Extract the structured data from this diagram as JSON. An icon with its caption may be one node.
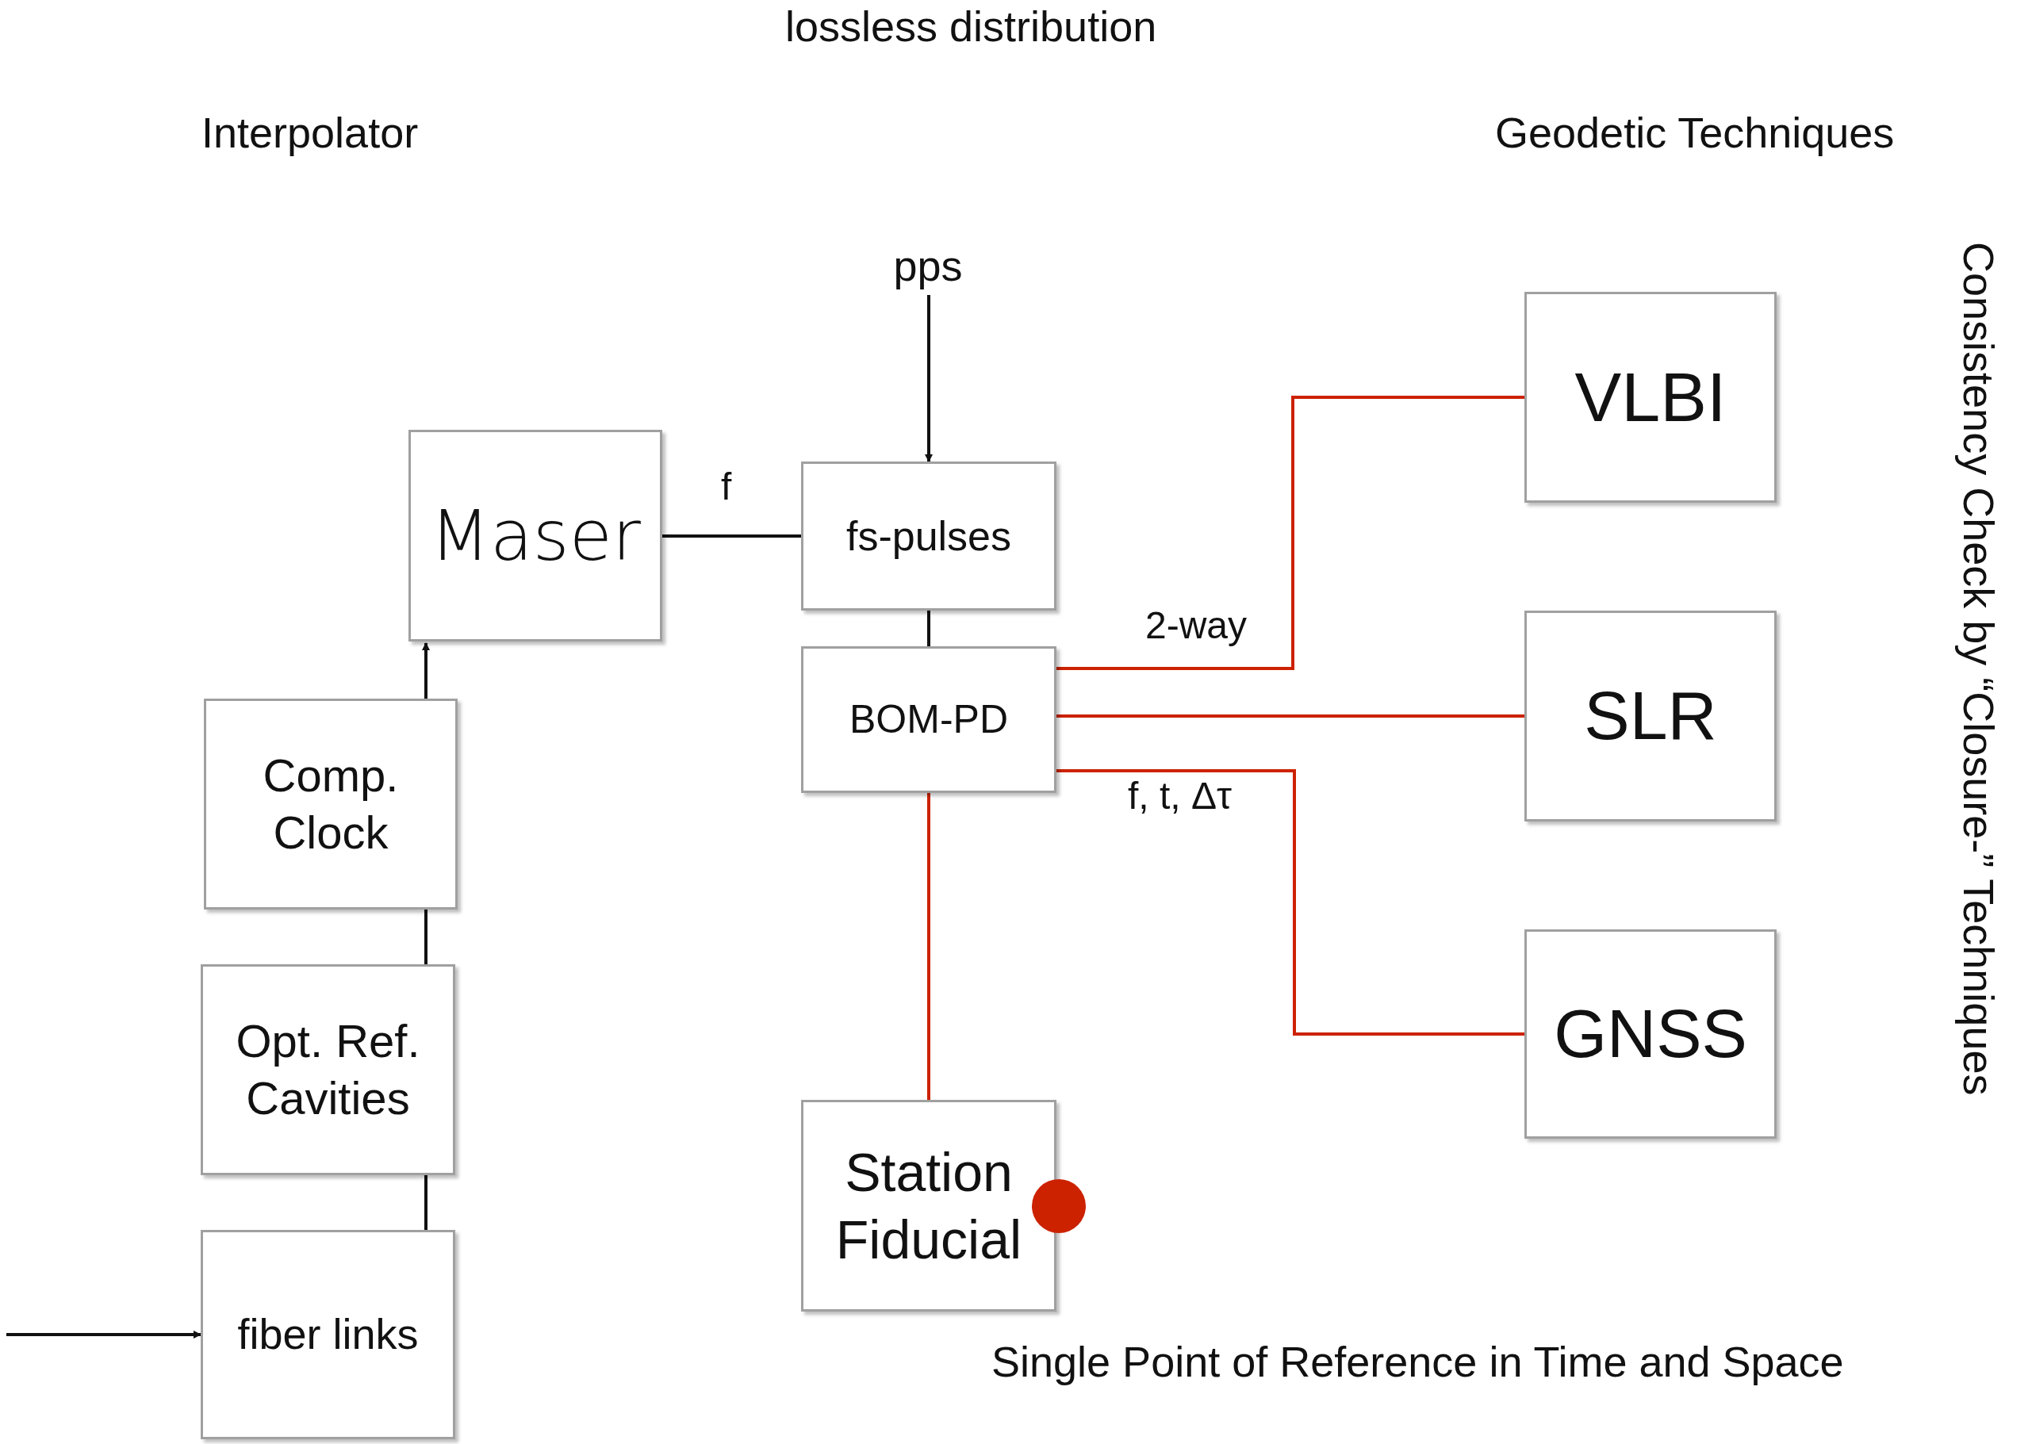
{
  "diagram": {
    "nodes": [
      {
        "text": [
          "Maser"
        ]
      },
      {
        "text": [
          "fs-pulses"
        ]
      },
      {
        "text": [
          "BOM-PD"
        ]
      },
      {
        "text": [
          "Comp. Clock"
        ]
      },
      {
        "text": [
          "Opt. Ref. Cavities"
        ]
      },
      {
        "text": [
          "fiber links"
        ]
      },
      {
        "text": [
          "Station Fiducial"
        ]
      },
      {
        "text": [
          "VLBI"
        ]
      },
      {
        "text": [
          "SLR"
        ]
      },
      {
        "text": [
          "GNSS"
        ]
      },
      {
        "text": [
          "pps"
        ]
      },
      {
        "text": [],
        "shape": "circle"
      }
    ],
    "edges": [
      {
        "from": 10,
        "to": 1,
        "arrow": "to"
      },
      {
        "from": 0,
        "to": 1,
        "arrow": "none",
        "label": "f"
      },
      {
        "from": 1,
        "to": 2,
        "arrow": "none"
      },
      {
        "from": 2,
        "to": 7,
        "arrow": "none",
        "label": "2-way",
        "color": "#cc2200"
      },
      {
        "from": 2,
        "to": 8,
        "arrow": "none",
        "color": "#cc2200"
      },
      {
        "from": 2,
        "to": 9,
        "arrow": "none",
        "label": "f, t, Δτ",
        "color": "#cc2200"
      },
      {
        "from": 2,
        "to": 6,
        "arrow": "none",
        "color": "#cc2200"
      },
      {
        "from": 3,
        "to": 0,
        "arrow": "to"
      },
      {
        "from": 4,
        "to": 3,
        "arrow": "none"
      },
      {
        "from": 5,
        "to": 4,
        "arrow": "none"
      },
      {
        "from": null,
        "to": 5,
        "arrow": "to"
      }
    ],
    "labels": [
      "lossless distribution",
      "Interpolator",
      "Geodetic Techniques",
      "Consistency Check by “Closure-” Techniques",
      "Single Point of Reference in Time and Space"
    ]
  }
}
